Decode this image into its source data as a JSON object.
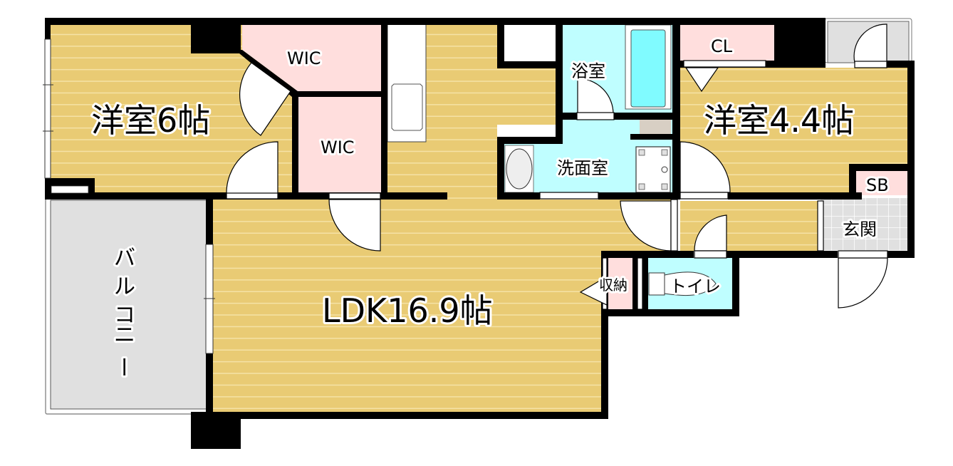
{
  "floorplan": {
    "colors": {
      "wall": "#000000",
      "wood_floor": "#e9cb74",
      "wood_stripe": "#f5e2a6",
      "closet": "#ffdedd",
      "wet_area": "#bffeff",
      "bathtub": "#80fbff",
      "balcony": "#e0e0e0",
      "entrance_tile": "#e0e0e0",
      "storage_beige": "#d8cfc4",
      "fixture_white": "#ffffff"
    },
    "rooms": {
      "western_room_1": {
        "label": "洋室6帖",
        "type": "Western-style room",
        "size_jo": 6
      },
      "wic_1": {
        "label": "WIC"
      },
      "wic_2": {
        "label": "WIC"
      },
      "bathroom": {
        "label": "浴室"
      },
      "washroom": {
        "label": "洗面室"
      },
      "closet": {
        "label": "CL"
      },
      "western_room_2": {
        "label": "洋室4.4帖",
        "type": "Western-style room",
        "size_jo": 4.4
      },
      "shoebox": {
        "label": "SB"
      },
      "entrance": {
        "label": "玄関"
      },
      "storage": {
        "label": "収納"
      },
      "toilet": {
        "label": "トイレ"
      },
      "ldk": {
        "label": "LDK16.9帖",
        "type": "Living Dining Kitchen",
        "size_jo": 16.9
      },
      "balcony": {
        "label": "バルコニー",
        "label_vertical": [
          "バ",
          "ル",
          "コ",
          "ニ",
          "ー"
        ]
      }
    }
  }
}
